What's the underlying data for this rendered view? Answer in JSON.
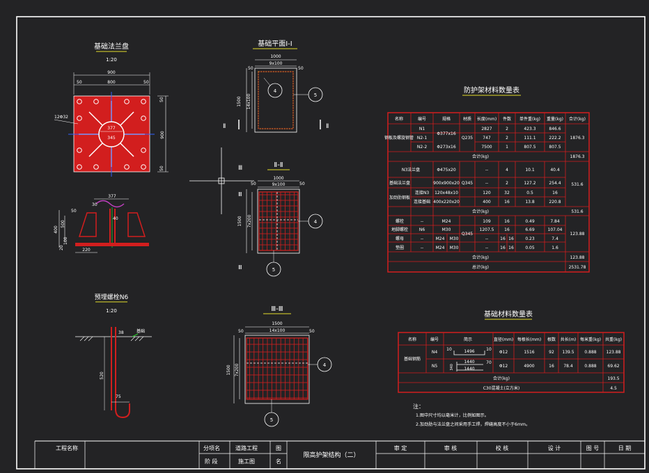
{
  "colors": {
    "bg": "#232325",
    "line": "#ffffff",
    "red": "#d21e1e",
    "yellow": "#e6dc2a",
    "green": "#2bd22b",
    "blue": "#3060ff",
    "magenta": "#c040c0"
  },
  "flange": {
    "title": "基础法兰盘",
    "scale": "1:20",
    "dim_900": "900",
    "dim_800": "800",
    "dim_50a": "50",
    "dim_50b": "50",
    "dim_377": "377",
    "dim_345": "345",
    "hole_label": "12Φ32",
    "right_900": "900",
    "right_50a": "50",
    "right_50b": "50"
  },
  "flange_section": {
    "dim_377": "377",
    "dim_30": "30",
    "dim_50": "50",
    "dim_40": "40",
    "dim_400": "400",
    "dim_500": "500",
    "dim_20": "20",
    "dim_100": "100",
    "dim_220": "220"
  },
  "bolt": {
    "title": "预埋螺栓N6",
    "scale": "1:20",
    "dim_38": "38",
    "dim_520": "520",
    "dim_75": "75",
    "ground": "基础"
  },
  "plan": {
    "title": "基础平面Ⅰ-Ⅰ",
    "dim_1000": "1000",
    "dim_9x100": "9x100",
    "dim_50a": "50",
    "dim_50b": "50",
    "dim_1500": "1500",
    "dim_14x100": "14x100",
    "mark_II_left": "Ⅱ",
    "mark_II_right": "Ⅱ",
    "mark_III": "Ⅲ",
    "circle_4": "4",
    "circle_5": "5"
  },
  "sec2": {
    "title": "Ⅱ-Ⅱ",
    "dim_1000": "1000",
    "dim_9x100": "9x100",
    "dim_50a": "50",
    "dim_50b": "50",
    "dim_1500": "1500",
    "dim_7x200": "7x200",
    "circle_4": "4",
    "circle_5": "5",
    "mark_III_top": "Ⅲ",
    "mark_III_bottom": "Ⅲ"
  },
  "sec3": {
    "title": "Ⅲ-Ⅲ",
    "dim_1500": "1500",
    "dim_14x100": "14x100",
    "dim_50a": "50",
    "dim_50b": "50",
    "dim_v1500": "1500",
    "dim_7x200": "7x200",
    "circle_4": "4",
    "circle_5": "5"
  },
  "guard_table": {
    "title": "防护架材料数量表",
    "headers": [
      "名称",
      "编号",
      "规格",
      "材质",
      "长度(mm)",
      "件数",
      "单件重(kg)",
      "重量(kg)",
      "合计(kg)"
    ],
    "r1": {
      "name": "钢板及螺旋钢管",
      "no1": "N1",
      "no2": "N2-1",
      "no3": "N2-2",
      "spec1": "Φ377x16",
      "spec2": "Φ273x16",
      "mat": "Q235",
      "len": [
        "2827",
        "747",
        "7500"
      ],
      "cnt": [
        "2",
        "2",
        "1"
      ],
      "unit": [
        "423.3",
        "111.1",
        "807.5"
      ],
      "wt": [
        "846.6",
        "222.2",
        "807.5"
      ],
      "total": "1876.3"
    },
    "sub1_label": "合计(kg)",
    "sub1_value": "1876.3",
    "r2": {
      "n3": "N3法兰盘",
      "n3spec": "Φ475x20",
      "n3len": "--",
      "n3cnt": "4",
      "n3unit": "10.1",
      "n3wt": "40.4",
      "fl": "基础法兰盘",
      "flspec": "900x900x20",
      "mat": "Q345",
      "fllen": "--",
      "flcnt": "2",
      "flunit": "127.2",
      "flwt": "254.4",
      "stiff": "加劲肋钢板",
      "s1": "连接N3",
      "s1spec": "120x48x10",
      "s1len": "120",
      "s1cnt": "32",
      "s1unit": "0.5",
      "s1wt": "16",
      "s2": "连接基础",
      "s2spec": "400x220x20",
      "s2len": "400",
      "s2cnt": "16",
      "s2unit": "13.8",
      "s2wt": "220.8",
      "total": "531.6"
    },
    "sub2_label": "合计(kg)",
    "sub2_value": "531.6",
    "r3": {
      "a": "螺栓",
      "b": "地脚螺栓",
      "c": "螺母",
      "d": "垫圈",
      "an": "--",
      "bn": "N6",
      "cn": "--",
      "dn": "--",
      "as": "M24",
      "bs": "M30",
      "cs": "M24",
      "cs2": "M30",
      "ds": "M24",
      "ds2": "M30",
      "mat": "Q345",
      "alen": "109",
      "blen": "1207.5",
      "clen": "--",
      "dlen": "--",
      "acnt": "16",
      "bcnt": "16",
      "ccnt": "16",
      "ccnt2": "16",
      "dcnt": "16",
      "dcnt2": "16",
      "aunit": "0.49",
      "bunit": "6.69",
      "cunit": "0.23",
      "dunit": "0.05",
      "awt": "7.84",
      "bwt": "107.04",
      "cwt": "7.4",
      "dwt": "1.6",
      "total": "123.88"
    },
    "sub3_label": "合计(kg)",
    "sub3_value": "123.88",
    "grand_label": "总计(kg)",
    "grand_value": "2531.78"
  },
  "found_table": {
    "title": "基础材料数量表",
    "headers": [
      "名称",
      "编号",
      "简示",
      "直径(mm)",
      "每根长(mm)",
      "根数",
      "共长(m)",
      "每米重(kg)",
      "共重(kg)"
    ],
    "name": "基础钢筋",
    "n4": {
      "no": "N4",
      "s1": "10",
      "s2": "1496",
      "s3": "10",
      "dia": "Φ12",
      "len": "1516",
      "cnt": "92",
      "tot": "139.5",
      "per": "0.888",
      "wt": "123.88"
    },
    "n5": {
      "no": "N5",
      "s1": "1440",
      "s2": "1440",
      "s3": "70",
      "s4": "340",
      "dia": "Φ12",
      "len": "4900",
      "cnt": "16",
      "tot": "78.4",
      "per": "0.888",
      "wt": "69.62"
    },
    "sub_label": "合计(kg)",
    "sub_value": "193.5",
    "concrete_label": "C30混凝土(立方米)",
    "concrete_value": "4.5"
  },
  "notes": {
    "title": "注：",
    "n1": "1.图中尺寸均以毫米计，比例如图示。",
    "n2": "2.加劲肋与法兰盘之间采用手工焊，焊缝高度不小于6mm。"
  },
  "titleblock": {
    "project_name": "工程名称",
    "item_label": "分项名",
    "item_value": "道路工程",
    "stage_label": "阶 段",
    "stage_value": "施工图",
    "tu": "图",
    "ming": "名",
    "drawing_name": "限高护架结构（二）",
    "review": "审    定",
    "check": "审    核",
    "verify": "校    核",
    "design": "设    计",
    "drawing_no": "图 号",
    "date": "日 期"
  }
}
